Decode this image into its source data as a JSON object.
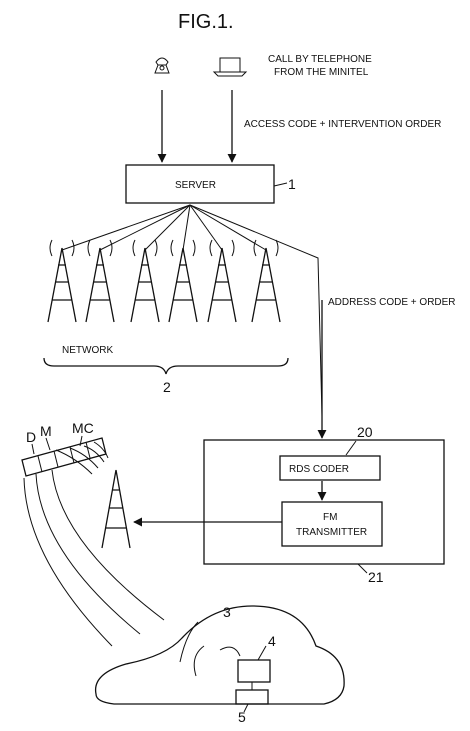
{
  "figure": {
    "title": "FIG.1.",
    "caller_text_line1": "CALL BY TELEPHONE",
    "caller_text_line2": "FROM THE MINITEL",
    "access_label": "ACCESS CODE + INTERVENTION ORDER",
    "server_label": "SERVER",
    "server_ref": "1",
    "address_label": "ADDRESS CODE + ORDER",
    "network_label": "NETWORK",
    "network_ref": "2",
    "rds_label": "RDS CODER",
    "rds_ref": "20",
    "fm_label_line1": "FM",
    "fm_label_line2": "TRANSMITTER",
    "station_ref": "21",
    "display_labels": [
      "D",
      "M",
      "MC"
    ],
    "car_ref": "3",
    "receiver_ref": "4",
    "decoder_ref": "5"
  }
}
